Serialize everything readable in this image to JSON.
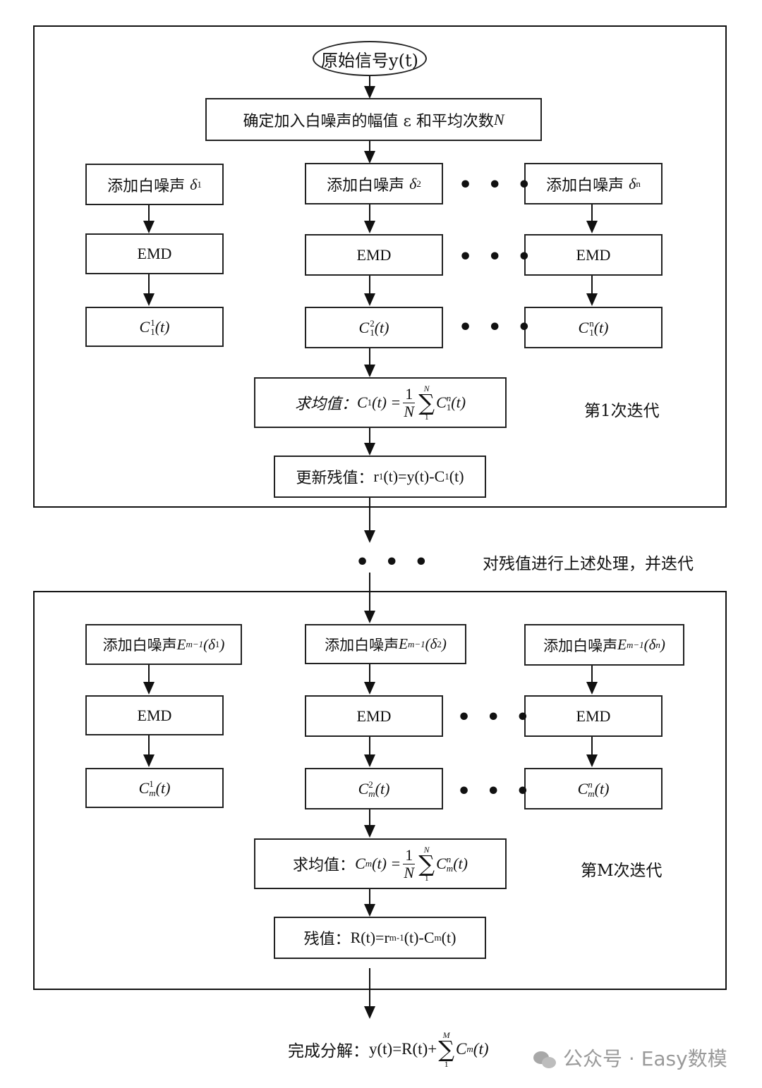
{
  "start": {
    "text": "原始信号y(t)"
  },
  "params": {
    "prefix": "确定加入白噪声的幅值 ε 和平均次数",
    "var": "N"
  },
  "add_noise": {
    "label": "添加白噪声",
    "d1": "δ",
    "d1_sub": "1",
    "d2": "δ",
    "d2_sub": "2",
    "dn": "δ",
    "dn_sub": "n"
  },
  "emd": {
    "label": "EMD"
  },
  "imf1": {
    "c": "C",
    "sub": "1",
    "sup1": "1",
    "sup2": "2",
    "supn": "n",
    "t": "(t)"
  },
  "mean1": {
    "prefix": "求均值：",
    "lhs": "C",
    "lhs_sub": "1",
    "t": "(t) =",
    "num": "1",
    "den": "N",
    "sum_top": "N",
    "sum_bot": "1",
    "rhs": "C",
    "rhs_sub": "1",
    "rhs_sup": "n",
    "rhs_t": "(t)"
  },
  "update": {
    "prefix": "更新残值：",
    "r": "r",
    "r_sub": "1",
    "mid": "(t)=y(t)-C",
    "c_sub": "1",
    "end": "(t)"
  },
  "iter1_label": "第1次迭代",
  "continue_label": "对残值进行上述处理，并迭代",
  "add_noise_m": {
    "label": "添加白噪声",
    "e": "E",
    "e_sub": "m−1",
    "d1": "(δ",
    "d1_sub": "1",
    "d2": "(δ",
    "d2_sub": "2",
    "dn": "(δ",
    "dn_sub": "n",
    "close": ")"
  },
  "imfm": {
    "c": "C",
    "sub": "m",
    "sup1": "1",
    "sup2": "2",
    "supn": "n",
    "t": "(t)"
  },
  "meanm": {
    "prefix": "求均值：",
    "lhs": "C",
    "lhs_sub": "m",
    "t": "(t) =",
    "num": "1",
    "den": "N",
    "sum_top": "N",
    "sum_bot": "1",
    "rhs": "C",
    "rhs_sub": "m",
    "rhs_sup": "n",
    "rhs_t": "(t)"
  },
  "residual": {
    "prefix": "残值：",
    "a": "R(t)=r",
    "r_sub": "m-1",
    "mid": "(t)-C",
    "c_sub": "m",
    "end": "(t)"
  },
  "iterM_label": "第M次迭代",
  "final": {
    "prefix": "完成分解：",
    "expr": "y(t)=R(t)+",
    "sum_top": "M",
    "sum_bot": "1",
    "c": "C",
    "c_sub": "m",
    "t": "(t)"
  },
  "watermark": {
    "text": "公众号 · Easy数模",
    "icon": "wechat-icon"
  },
  "dots": "• • •"
}
